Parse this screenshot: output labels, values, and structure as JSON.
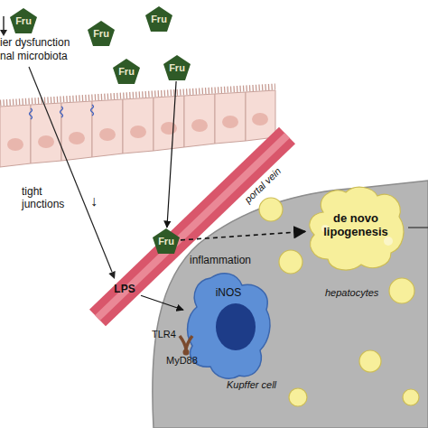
{
  "diagram": {
    "nodes": [
      {
        "text": [
          "Fru"
        ]
      },
      {
        "text": [
          "Fru"
        ]
      },
      {
        "text": [
          "Fru"
        ]
      },
      {
        "text": [
          "Fru"
        ]
      },
      {
        "text": [
          "Fru"
        ]
      },
      {
        "text": [
          "portal vein"
        ]
      },
      {
        "text": [
          "Fru"
        ],
        "in": 5
      },
      {
        "text": [
          "LPS"
        ],
        "in": 5
      },
      {
        "text": [
          "inflammation",
          "hepatocytes"
        ]
      },
      {
        "text": [
          "iNOS",
          "Kupffer cell"
        ],
        "in": 8
      },
      {
        "text": [
          "de novo lipogenesis"
        ],
        "in": 8
      }
    ],
    "edges": [
      {
        "from": 4,
        "to": 6,
        "arrow": "to"
      },
      {
        "from": 6,
        "to": 10,
        "arrow": "to"
      },
      {
        "from": 7,
        "to": 9,
        "arrow": "to"
      }
    ],
    "labels": [
      "ier dysfunction",
      "nal microbiota",
      "tight junctions",
      "↓",
      "TLR4",
      "MyD88"
    ]
  }
}
